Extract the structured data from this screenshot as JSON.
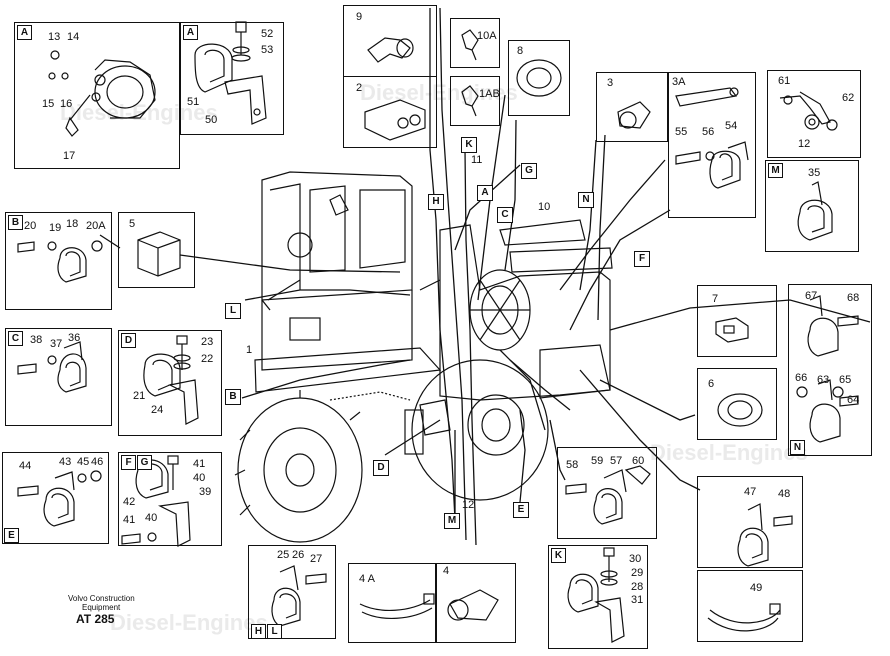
{
  "figure": {
    "footer_line1": "Volvo Construction",
    "footer_line2": "Equipment",
    "code": "AT 285",
    "watermark": "Diesel-Engines"
  },
  "callout_tags": [
    "H",
    "K",
    "G",
    "A",
    "C",
    "N",
    "F",
    "L",
    "B",
    "D",
    "M",
    "E"
  ],
  "boxes": {
    "A1": {
      "tag": "A",
      "parts": [
        "13",
        "14",
        "15",
        "16",
        "17"
      ]
    },
    "A2": {
      "tag": "A",
      "parts": [
        "52",
        "53",
        "51",
        "50"
      ]
    },
    "b9": {
      "label": "9"
    },
    "b2": {
      "label": "2"
    },
    "b10A": {
      "label": "10A"
    },
    "b1AB": {
      "label": "1AB"
    },
    "b8": {
      "label": "8"
    },
    "b3": {
      "label": "3"
    },
    "b3A": {
      "label": "3A",
      "parts": [
        "55",
        "56",
        "54"
      ]
    },
    "b61": {
      "parts": [
        "61",
        "62",
        "12"
      ]
    },
    "bM": {
      "tag": "M",
      "parts": [
        "35"
      ]
    },
    "bB": {
      "tag": "B",
      "parts": [
        "20",
        "19",
        "18",
        "20A"
      ]
    },
    "b5": {
      "label": "5"
    },
    "bC": {
      "tag": "C",
      "parts": [
        "38",
        "37",
        "36"
      ]
    },
    "bD": {
      "tag": "D",
      "parts": [
        "23",
        "22",
        "21",
        "24"
      ]
    },
    "b7": {
      "label": "7"
    },
    "bN": {
      "tag": "N",
      "parts": [
        "67",
        "68",
        "66",
        "63",
        "65",
        "64"
      ]
    },
    "b6": {
      "label": "6"
    },
    "bE": {
      "tag": "E",
      "parts": [
        "44",
        "43",
        "45",
        "46"
      ]
    },
    "bFG": {
      "tags": [
        "F",
        "G"
      ],
      "parts": [
        "41",
        "40",
        "39",
        "42",
        "41",
        "40"
      ]
    },
    "b58": {
      "parts": [
        "58",
        "59",
        "57",
        "60"
      ]
    },
    "b47": {
      "parts": [
        "47",
        "48"
      ]
    },
    "bHL": {
      "tags": [
        "H",
        "L"
      ],
      "parts": [
        "25",
        "26",
        "27"
      ]
    },
    "b4A": {
      "label": "4 A"
    },
    "b4": {
      "label": "4"
    },
    "bK": {
      "tag": "K",
      "parts": [
        "30",
        "29",
        "28",
        "31"
      ]
    },
    "b49": {
      "parts": [
        "49"
      ]
    }
  },
  "main_labels": {
    "l1": "1",
    "l10": "10",
    "l11": "11",
    "l12": "12"
  }
}
